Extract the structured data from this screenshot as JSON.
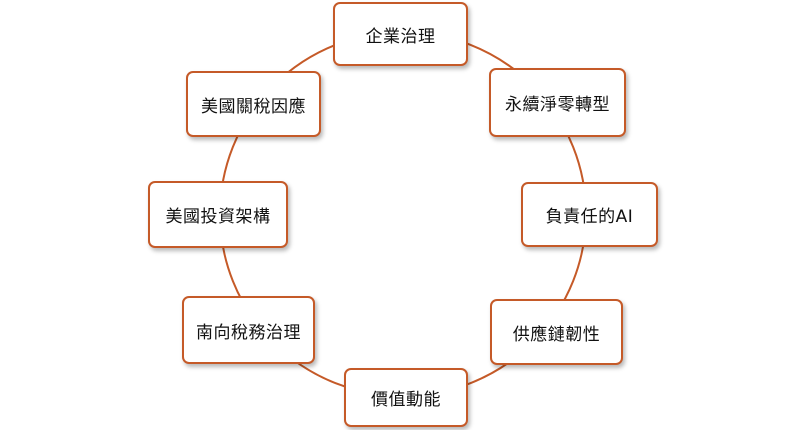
{
  "diagram": {
    "type": "cycle",
    "border_color": "#c55a28",
    "nodes": [
      {
        "label": "企業治理"
      },
      {
        "label": "永續淨零轉型"
      },
      {
        "label": "負責任的AI"
      },
      {
        "label": "供應鏈韌性"
      },
      {
        "label": "價值動能"
      },
      {
        "label": "南向稅務治理"
      },
      {
        "label": "美國投資架構"
      },
      {
        "label": "美國關稅因應"
      }
    ]
  }
}
